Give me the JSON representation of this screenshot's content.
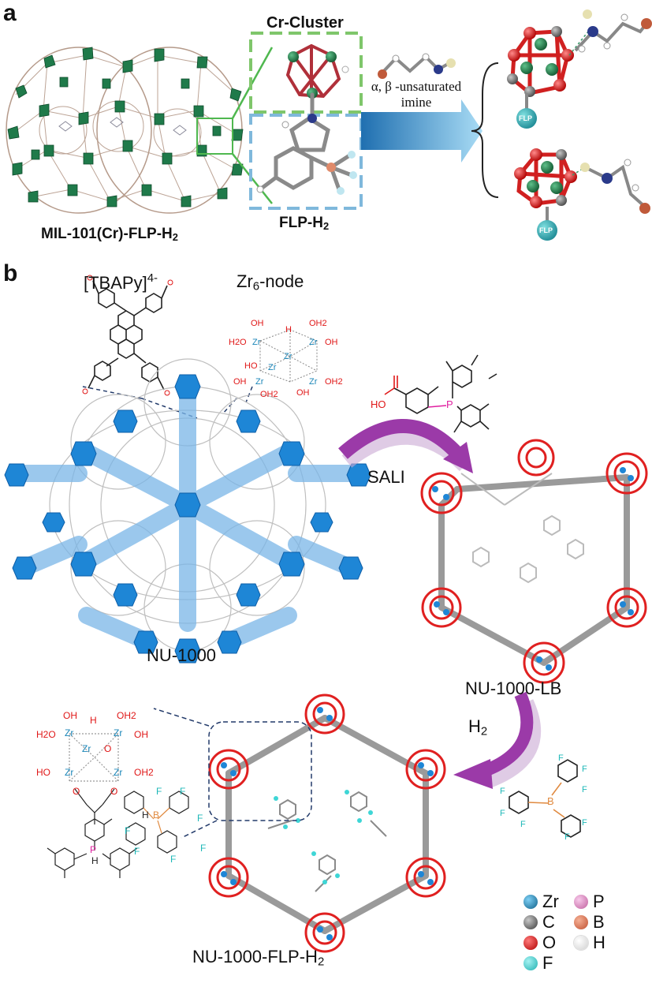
{
  "panel_a": {
    "letter": "a",
    "framework_label": {
      "main": "MIL-101(Cr)-FLP-H",
      "sub": "2"
    },
    "cluster_label": "Cr-Cluster",
    "flp_label": {
      "main": "FLP-H",
      "sub": "2"
    },
    "arrow_label_line1": "α, β -unsaturated",
    "arrow_label_line2": "imine",
    "flp_sphere_label": "FLP"
  },
  "panel_b": {
    "letter": "b",
    "linker_label": {
      "main": "[TBAPy]",
      "sup": "4-"
    },
    "node_label": {
      "pre": "Zr",
      "sub": "6",
      "post": "-node"
    },
    "mof_label": "NU-1000",
    "sali_label": "SALI",
    "lb_label": "NU-1000-LB",
    "h2_label": {
      "main": "H",
      "sub": "2"
    },
    "flp_mof_label": {
      "main": "NU-1000-FLP-H",
      "sub": "2"
    },
    "ligand_phosphorus": "P",
    "ligand_acid": "HO",
    "node_atoms": {
      "zr": "Zr",
      "oh": "OH",
      "h2o": "H2O",
      "oh2": "OH2",
      "ho": "HO",
      "o": "O",
      "h": "H"
    },
    "borane": {
      "b": "B",
      "f": "F"
    },
    "product": {
      "p": "P",
      "h": "H",
      "b": "B"
    }
  },
  "legend": [
    {
      "symbol": "Zr",
      "color": "#1b86b8"
    },
    {
      "symbol": "P",
      "color": "#e08ac9"
    },
    {
      "symbol": "C",
      "color": "#6a6a6a"
    },
    {
      "symbol": "B",
      "color": "#e07a55"
    },
    {
      "symbol": "O",
      "color": "#e01010"
    },
    {
      "symbol": "H",
      "color": "#f4f4f4"
    },
    {
      "symbol": "F",
      "color": "#3ed6d6"
    }
  ],
  "colors": {
    "cr_green": "#1f7a4a",
    "cluster_box": "#7fc66b",
    "flp_box": "#7fb8dc",
    "arrow_blue": "#4aa3d6",
    "arrow_purple": "#9b3aa8",
    "zr_blue": "#1e86d6",
    "oxygen_red": "#e01818",
    "fluor_cyan": "#3ed6d6"
  }
}
